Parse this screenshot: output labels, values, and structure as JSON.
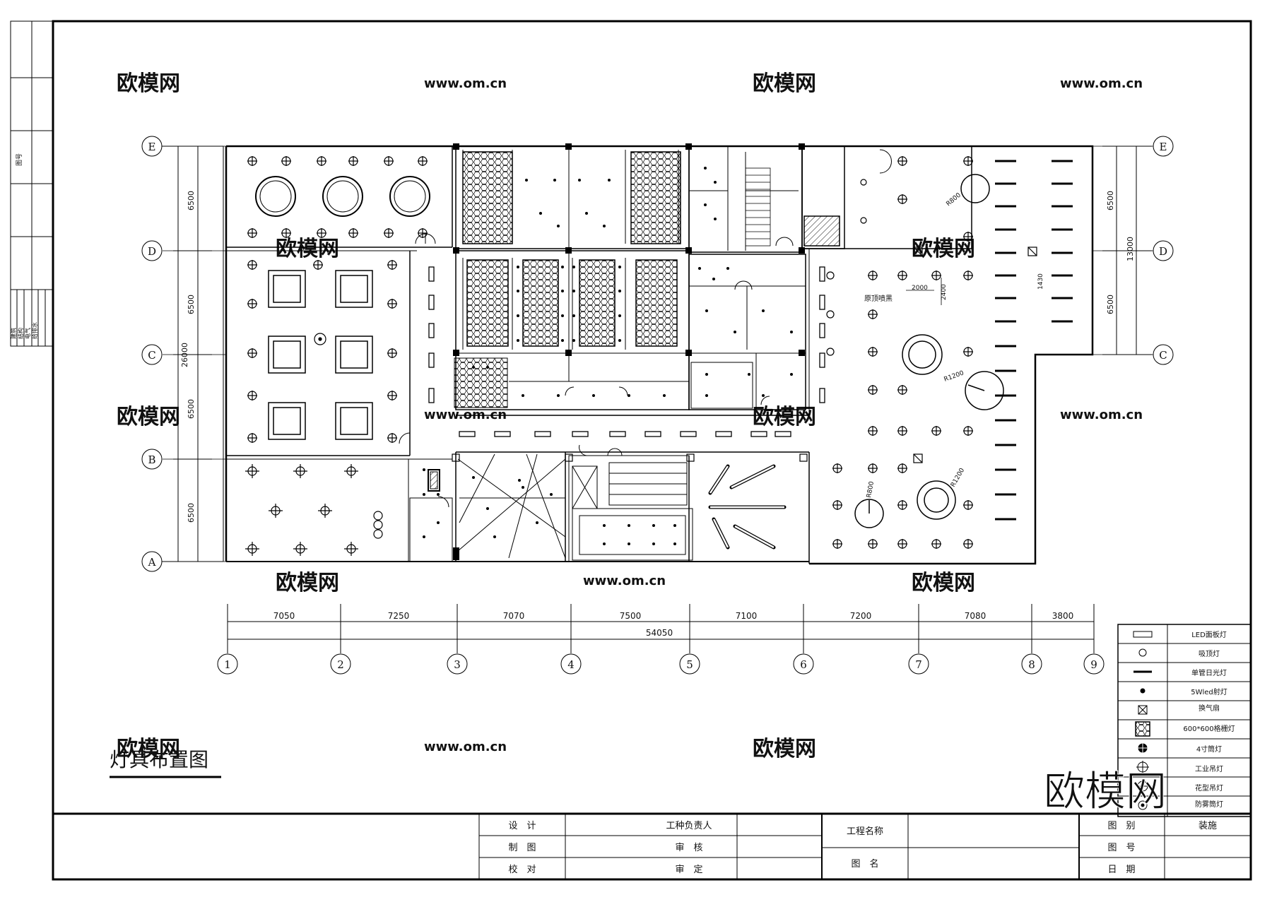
{
  "drawing_title": "灯具布置图",
  "grid_rows": [
    "E",
    "D",
    "C",
    "B",
    "A"
  ],
  "grid_cols": [
    "1",
    "2",
    "3",
    "4",
    "5",
    "6",
    "7",
    "8",
    "9"
  ],
  "col_dims": [
    "7050",
    "7250",
    "7070",
    "7500",
    "7100",
    "7200",
    "7080",
    "3800"
  ],
  "total_width": "54050",
  "left_dims": [
    "6500",
    "6500",
    "6500",
    "6500"
  ],
  "left_total": "26000",
  "right_dims": [
    "6500",
    "6500"
  ],
  "right_total": "13000",
  "annotations": {
    "ceiling_note": "原顶喷黑",
    "dim_2000": "2000",
    "dim_2400": "2400",
    "dim_1430": "1430",
    "r800a": "R800",
    "r800b": "R800",
    "r1200a": "R1200",
    "r1200b": "R1200"
  },
  "legend": [
    {
      "symbol": "led-panel",
      "label": "LED面板灯"
    },
    {
      "symbol": "ceiling-light",
      "label": "吸顶灯"
    },
    {
      "symbol": "fluorescent",
      "label": "单管日光灯"
    },
    {
      "symbol": "spotlight",
      "label": "5Wled射灯"
    },
    {
      "symbol": "exhaust-fan",
      "label": "换气扇"
    },
    {
      "symbol": "grille-light",
      "label": "600*600格栅灯"
    },
    {
      "symbol": "downlight",
      "label": "4寸筒灯"
    },
    {
      "symbol": "industrial-pendant",
      "label": "工业吊灯"
    },
    {
      "symbol": "decorative-pendant",
      "label": "花型吊灯"
    },
    {
      "symbol": "fog-downlight",
      "label": "防雾筒灯"
    }
  ],
  "left_strip": {
    "top_label": "图号",
    "disciplines": [
      "建筑",
      "结构",
      "电气",
      "给排水"
    ]
  },
  "title_block": {
    "design": "设　计",
    "draw": "制　图",
    "check": "校　对",
    "trade_lead": "工种负责人",
    "review": "审　核",
    "approve": "审　定",
    "project_name": "工程名称",
    "drawing_name": "图　名",
    "category_label": "图　别",
    "category_value": "装施",
    "number_label": "图　号",
    "date_label": "日　期"
  },
  "watermarks": [
    "欧模网",
    "www.om.cn"
  ],
  "brand_logo": "欧模网"
}
